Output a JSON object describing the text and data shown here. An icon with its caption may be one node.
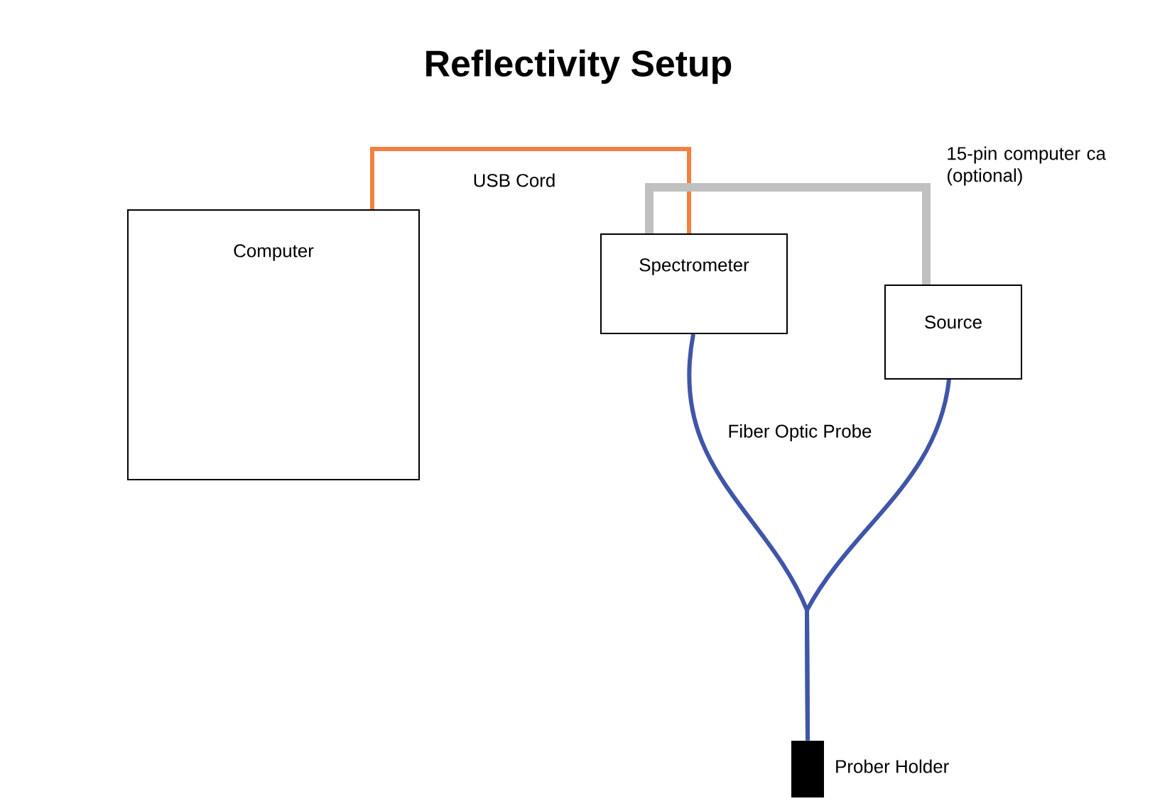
{
  "diagram": {
    "title": "Reflectivity Setup",
    "nodes": [
      {
        "text": [
          "Computer"
        ]
      },
      {
        "text": [
          "Spectrometer"
        ]
      },
      {
        "text": [
          "Source"
        ]
      },
      {
        "text": [],
        "shape": "bar",
        "beside": [
          "Prober Holder"
        ]
      }
    ],
    "edges": [
      {
        "from": 0,
        "to": 1,
        "arrow": "none",
        "label": "USB Cord",
        "color": "#f0813e"
      },
      {
        "from": 1,
        "to": 2,
        "arrow": "none",
        "label": "15-pin computer ca (optional)",
        "style": "thick",
        "color": "#c0c0c0"
      },
      {
        "from": 1,
        "to": 3,
        "arrow": "none",
        "label": "Fiber Optic Probe",
        "color": "#3f56a8"
      },
      {
        "from": 2,
        "to": 3,
        "arrow": "none",
        "color": "#3f56a8"
      }
    ]
  }
}
